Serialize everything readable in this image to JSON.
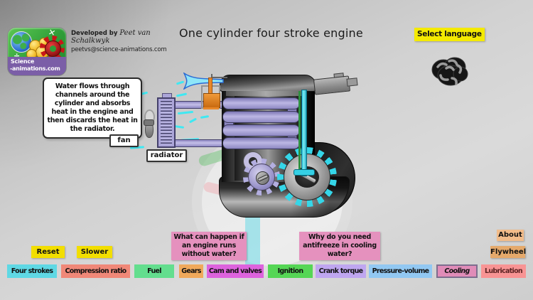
{
  "header": {
    "developer_prefix": "Developed by",
    "developer_name": "Peet van Schalkwyk",
    "developer_email": "peetvs@science-animations.com",
    "title": "One cylinder four stroke engine",
    "select_language_label": "Select language"
  },
  "logo": {
    "line1": "Science",
    "line2": "-animations.com",
    "multiply_glyph": "✕",
    "divide_glyph": "÷"
  },
  "annotations": {
    "info_bubble": "Water flows through channels around the cylinder and absorbs heat in the engine and then discards the heat in the radiator.",
    "fan_label": "fan",
    "radiator_label": "radiator"
  },
  "controls": {
    "reset": "Reset",
    "slower": "Slower",
    "question_water": "What can happen if an engine runs without water?",
    "question_antifreeze": "Why do you need antifreeze in cooling water?",
    "about": "About",
    "flywheel": "Flywheel"
  },
  "tabs": [
    {
      "label": "Four strokes",
      "color": "#5fd8e4"
    },
    {
      "label": "Compression ratio",
      "color": "#f08878"
    },
    {
      "label": "Fuel",
      "color": "#63de8e"
    },
    {
      "label": "Gears",
      "color": "#f0a95b"
    },
    {
      "label": "Cam and valves",
      "color": "#dd63dd"
    },
    {
      "label": "Ignition",
      "color": "#55d655"
    },
    {
      "label": "Crank torque",
      "color": "#bfa6f0"
    },
    {
      "label": "Pressure-volume",
      "color": "#92c8f2"
    },
    {
      "label": "Cooling",
      "color": "#e08cb8",
      "selected": true
    },
    {
      "label": "Lubrication",
      "color": "#f89494",
      "text_color": "#5d2424"
    }
  ],
  "colors": {
    "yellow_button": "#f2de00",
    "select_language_bg": "#f4ea00",
    "pink_question": "#e591be",
    "about_bg": "#f2bc8a",
    "flywheel_bg": "#e5a96b",
    "water_cyan": "#35d6e8",
    "coil_lavender": "#aba5d8"
  }
}
